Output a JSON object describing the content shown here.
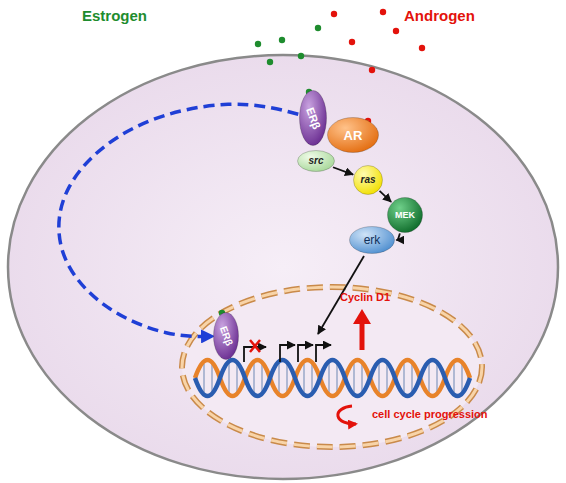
{
  "diagram": {
    "nodes": [
      {
        "text": [
          "ERβ"
        ]
      },
      {
        "text": [
          "AR"
        ]
      },
      {
        "text": [
          "src"
        ]
      },
      {
        "text": [
          "ras"
        ]
      },
      {
        "text": [
          "MEK"
        ]
      },
      {
        "text": [
          "erk"
        ]
      },
      {
        "text": [
          "ERβ"
        ]
      }
    ],
    "edges": [
      {
        "from": 2,
        "to": 3,
        "arrow": "to"
      },
      {
        "from": 3,
        "to": 4,
        "arrow": "to"
      },
      {
        "from": 4,
        "to": 5,
        "arrow": "to"
      },
      {
        "from": 0,
        "to": 6,
        "arrow": "to"
      }
    ],
    "labels": [
      "Estrogen",
      "Androgen",
      "Cyclin D1",
      "cell cycle progression"
    ]
  }
}
